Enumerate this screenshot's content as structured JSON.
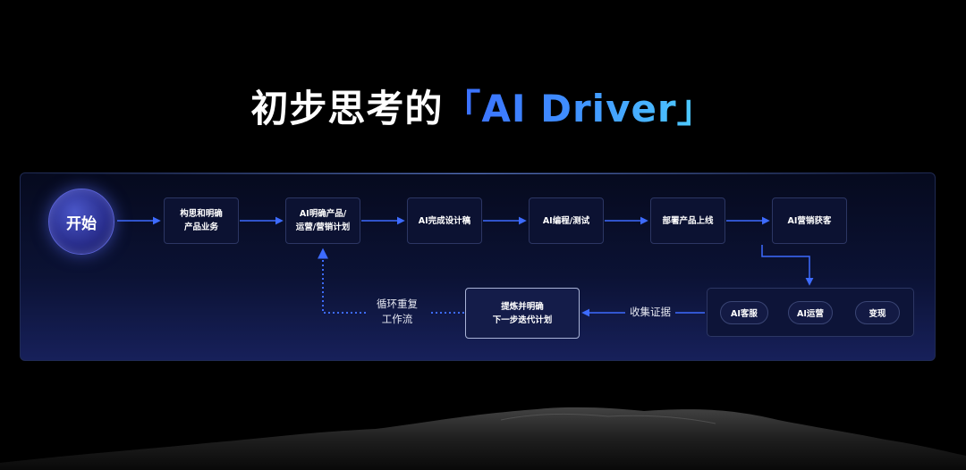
{
  "title": {
    "main": "初步思考的",
    "accent": "「AI Driver」"
  },
  "diagram": {
    "start": "开始",
    "steps": [
      "构思和明确\n产品业务",
      "AI明确产品/\n运营/营销计划",
      "AI完成设计稿",
      "AI编程/测试",
      "部署产品上线",
      "AI营销获客"
    ],
    "loop_group": [
      "AI客服",
      "AI运营",
      "变现"
    ],
    "refine_step": "提炼并明确\n下一步迭代计划",
    "edge_labels": {
      "collect": "收集证据",
      "cycle": "循环重复\n工作流"
    }
  },
  "colors": {
    "arrow": "#3d6bff",
    "accent_start": "#3a6bff",
    "accent_end": "#4fd3ff",
    "panel_bg": "#0b1234"
  }
}
